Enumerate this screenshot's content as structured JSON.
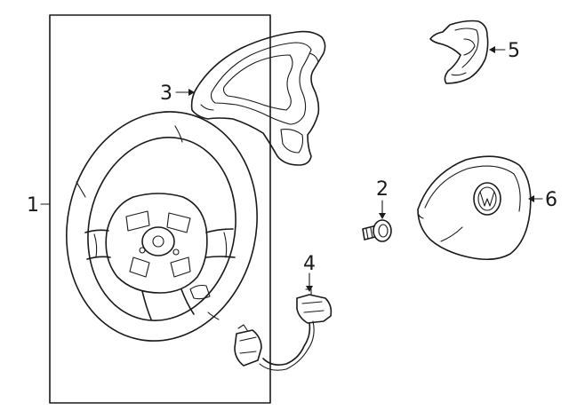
{
  "callouts": {
    "c1": "1",
    "c2": "2",
    "c3": "3",
    "c4": "4",
    "c5": "5",
    "c6": "6"
  },
  "colors": {
    "line": "#1a1a1a",
    "background": "#ffffff"
  }
}
